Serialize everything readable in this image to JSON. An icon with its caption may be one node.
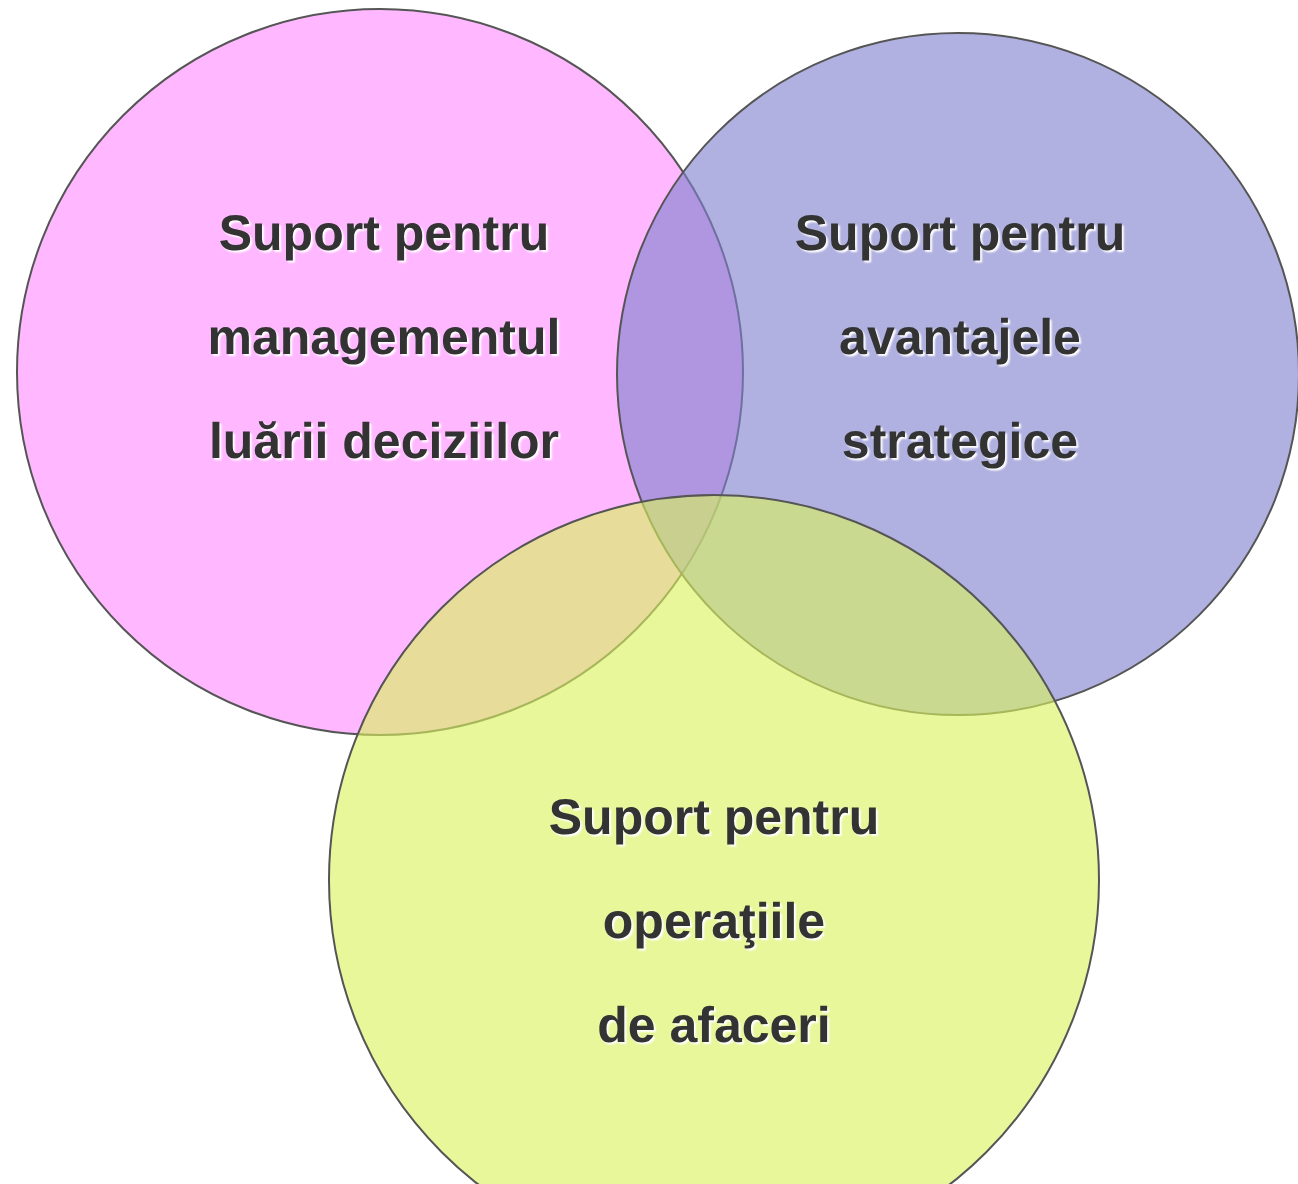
{
  "diagram": {
    "nodes": [
      {
        "text": [
          "Suport pentru managementul luării deciziilor"
        ]
      },
      {
        "text": [
          "Suport pentru avantajele strategice"
        ]
      },
      {
        "text": [
          "Suport pentru operaţiile de afaceri"
        ]
      }
    ]
  }
}
